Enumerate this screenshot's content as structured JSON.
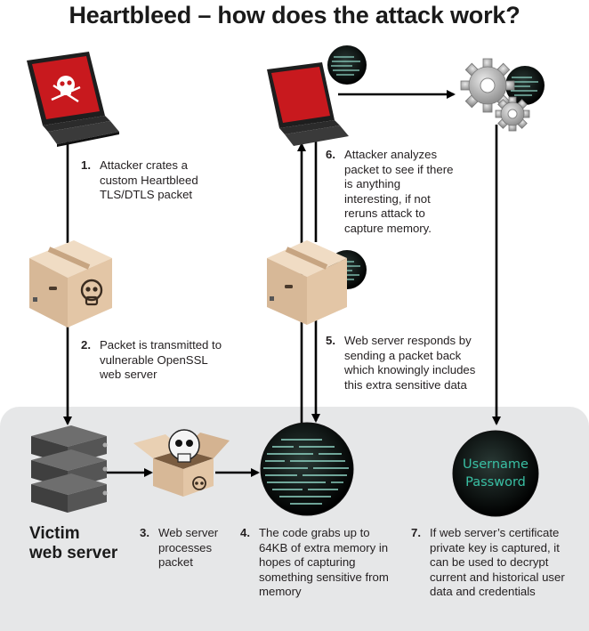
{
  "title": "Heartbleed – how does the attack work?",
  "steps": [
    {
      "num": "1.",
      "text": "Attacker crates a custom Heartbleed TLS/DTLS packet"
    },
    {
      "num": "2.",
      "text": "Packet is transmitted to vulnerable OpenSSL web server"
    },
    {
      "num": "3.",
      "text": "Web server processes packet"
    },
    {
      "num": "4.",
      "text": "The code grabs up to 64KB of extra memory in hopes of capturing something sensitive from memory"
    },
    {
      "num": "5.",
      "text": "Web server responds by sending a packet back which knowingly includes this extra sensitive data"
    },
    {
      "num": "6.",
      "text": "Attacker analyzes packet to see if there is anything interesting, if not reruns attack to capture memory."
    },
    {
      "num": "7.",
      "text": "If web server’s certificate private key is captured, it can be used to decrypt current and historical user data and  credentials"
    }
  ],
  "victim_label": {
    "line1": "Victim",
    "line2": "web server"
  },
  "credentials": {
    "username": "Username",
    "password": "Password"
  },
  "colors": {
    "laptop_screen": "#c8191e",
    "panel": "#e6e7e8",
    "box": "#e3c6a6",
    "credential_text": "#39c0a4",
    "arrow": "#000000"
  },
  "icons": [
    "laptop-skull-icon",
    "laptop-icon",
    "gears-icon",
    "packet-box-skull-icon",
    "packet-box-icon",
    "server-icon",
    "open-box-skull-icon",
    "memory-code-circle-icon",
    "credentials-circle-icon"
  ]
}
